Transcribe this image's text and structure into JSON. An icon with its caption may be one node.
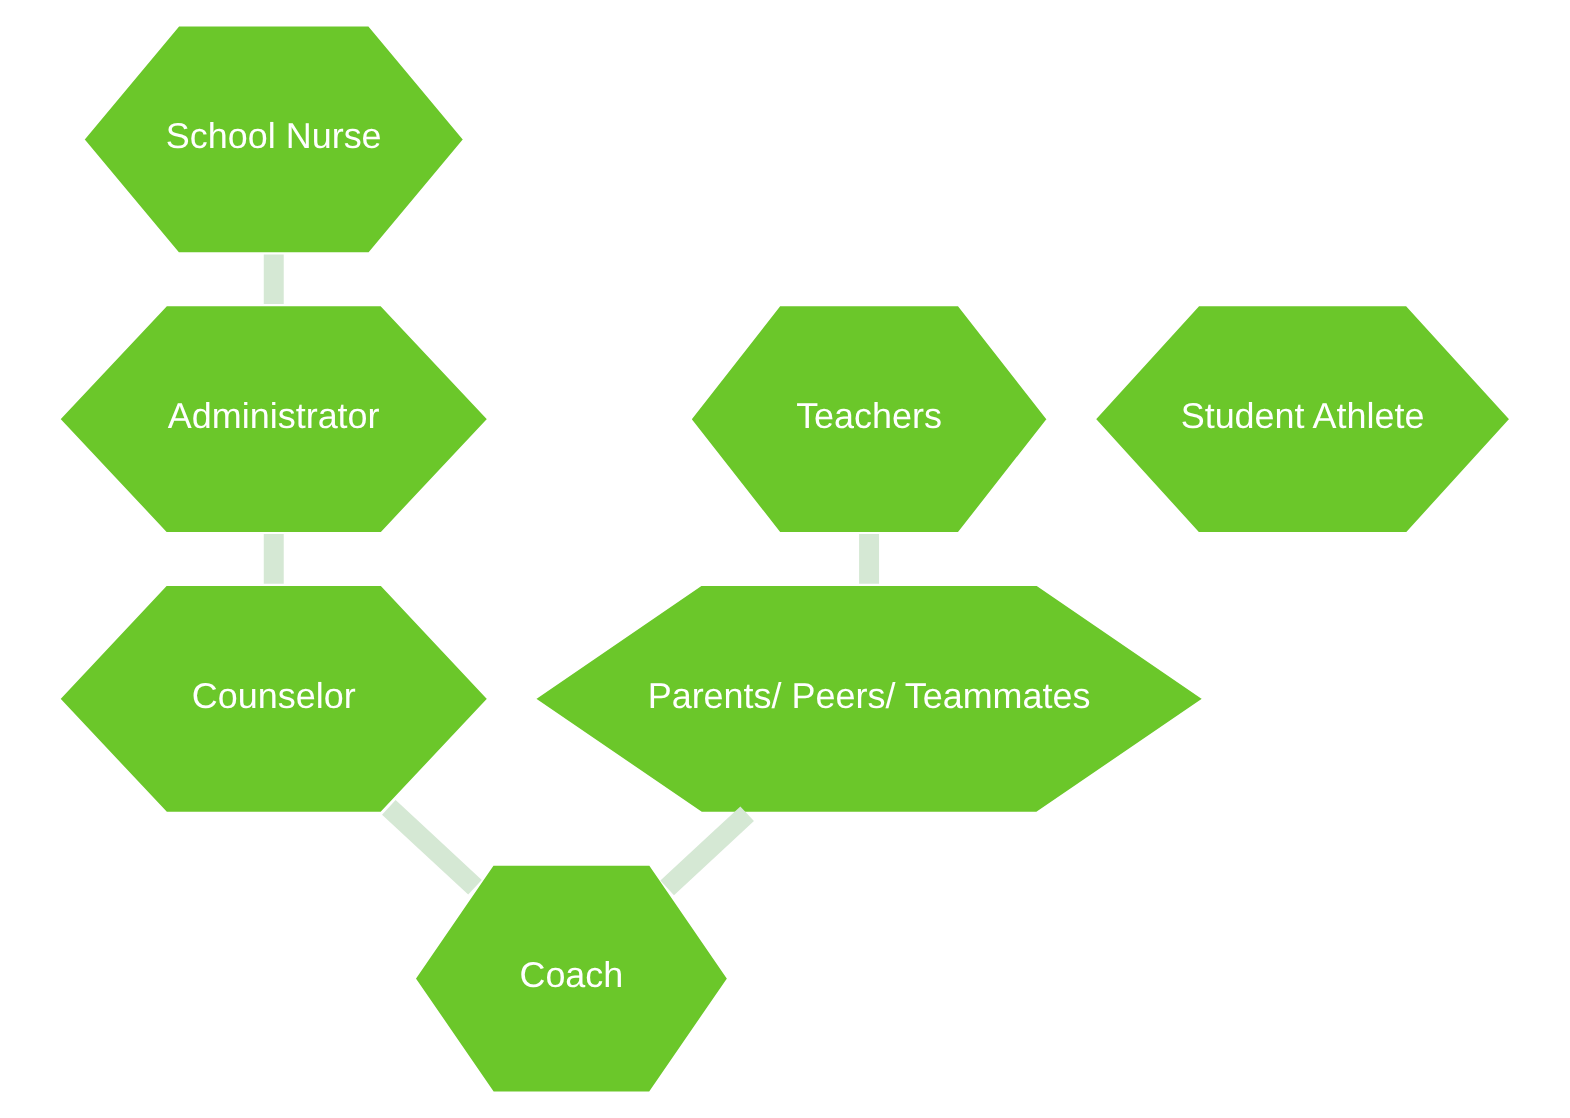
{
  "diagram": {
    "nodes": [
      {
        "text": [
          "School Nurse"
        ]
      },
      {
        "text": [
          "Teachers"
        ]
      },
      {
        "text": [
          "Administrator"
        ]
      },
      {
        "text": [
          "Student Athlete"
        ]
      },
      {
        "text": [
          "Parents/ Peers/ Teammates"
        ]
      },
      {
        "text": [
          "Counselor"
        ]
      },
      {
        "text": [
          "Coach"
        ]
      }
    ],
    "edges": [
      {
        "from": 0,
        "to": 2,
        "arrow": "none"
      },
      {
        "from": 1,
        "to": 4,
        "arrow": "none"
      },
      {
        "from": 2,
        "to": 5,
        "arrow": "none"
      },
      {
        "from": 5,
        "to": 6,
        "arrow": "none"
      },
      {
        "from": 4,
        "to": 6,
        "arrow": "none"
      }
    ]
  }
}
